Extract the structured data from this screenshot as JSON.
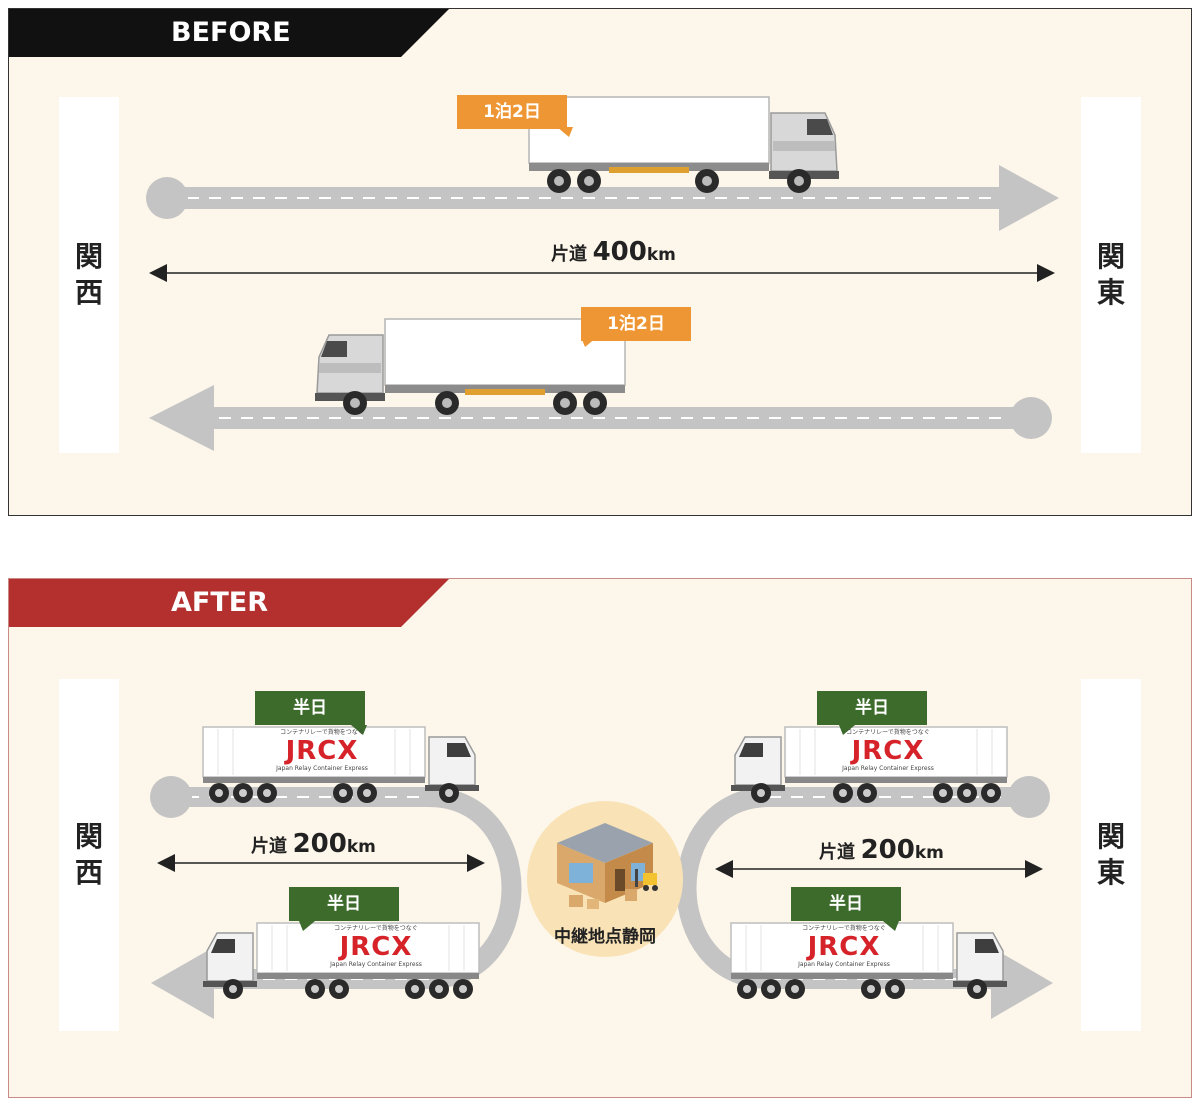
{
  "before": {
    "header": "BEFORE",
    "left_region": [
      "関",
      "西"
    ],
    "right_region": [
      "関",
      "東"
    ],
    "distance": {
      "prefix": "片道",
      "value": "400",
      "unit": "km"
    },
    "trip_tags": [
      "1泊2日",
      "1泊2日"
    ]
  },
  "after": {
    "header": "AFTER",
    "left_region": [
      "関",
      "西"
    ],
    "right_region": [
      "関",
      "東"
    ],
    "left_distance": {
      "prefix": "片道",
      "value": "200",
      "unit": "km"
    },
    "right_distance": {
      "prefix": "片道",
      "value": "200",
      "unit": "km"
    },
    "trip_tags": [
      "半日",
      "半日",
      "半日",
      "半日"
    ],
    "hub_label": "中継地点静岡",
    "truck_logo": {
      "tagline": "コンテナリレーで貨物をつなぐ",
      "brand": "JRCX",
      "subtitle": "Japan Relay Container Express"
    }
  },
  "colors": {
    "before_header": "#111111",
    "after_header": "#b3302f",
    "orange_tag": "#ee9633",
    "green_tag": "#3c6b2c",
    "road": "#c4c4c4",
    "panel_bg": "#fdf6ea",
    "brand_red": "#d6232a"
  }
}
